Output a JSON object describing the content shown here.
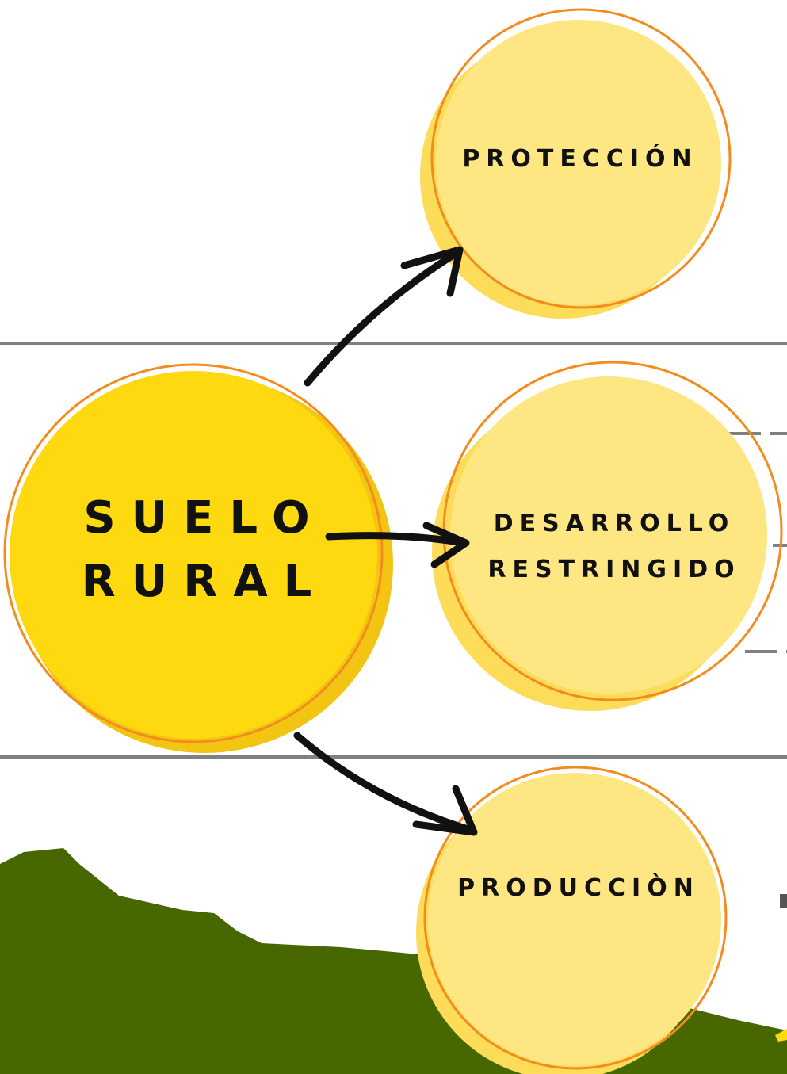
{
  "diagram": {
    "root": {
      "label_lines": [
        "SUELO",
        "RURAL"
      ]
    },
    "nodes": [
      {
        "id": "proteccion",
        "label_lines": [
          "PROTECCIÓN"
        ]
      },
      {
        "id": "desarrollo",
        "label_lines": [
          "DESARROLLO",
          "RESTRINGIDO"
        ]
      },
      {
        "id": "produccion",
        "label_lines": [
          "PRODUCCIÒN"
        ]
      }
    ],
    "edges": [
      {
        "from": "root",
        "to": "proteccion"
      },
      {
        "from": "root",
        "to": "desarrollo"
      },
      {
        "from": "root",
        "to": "produccion"
      }
    ]
  },
  "colors": {
    "root_fill": "#FED90F",
    "root_shadow": "#F3C512",
    "node_fill": "#FEE783",
    "node_shadow": "#FDDC5A",
    "outline": "#F28C1E",
    "arrow": "#111111",
    "hill": "#476800",
    "divider": "#808080"
  }
}
